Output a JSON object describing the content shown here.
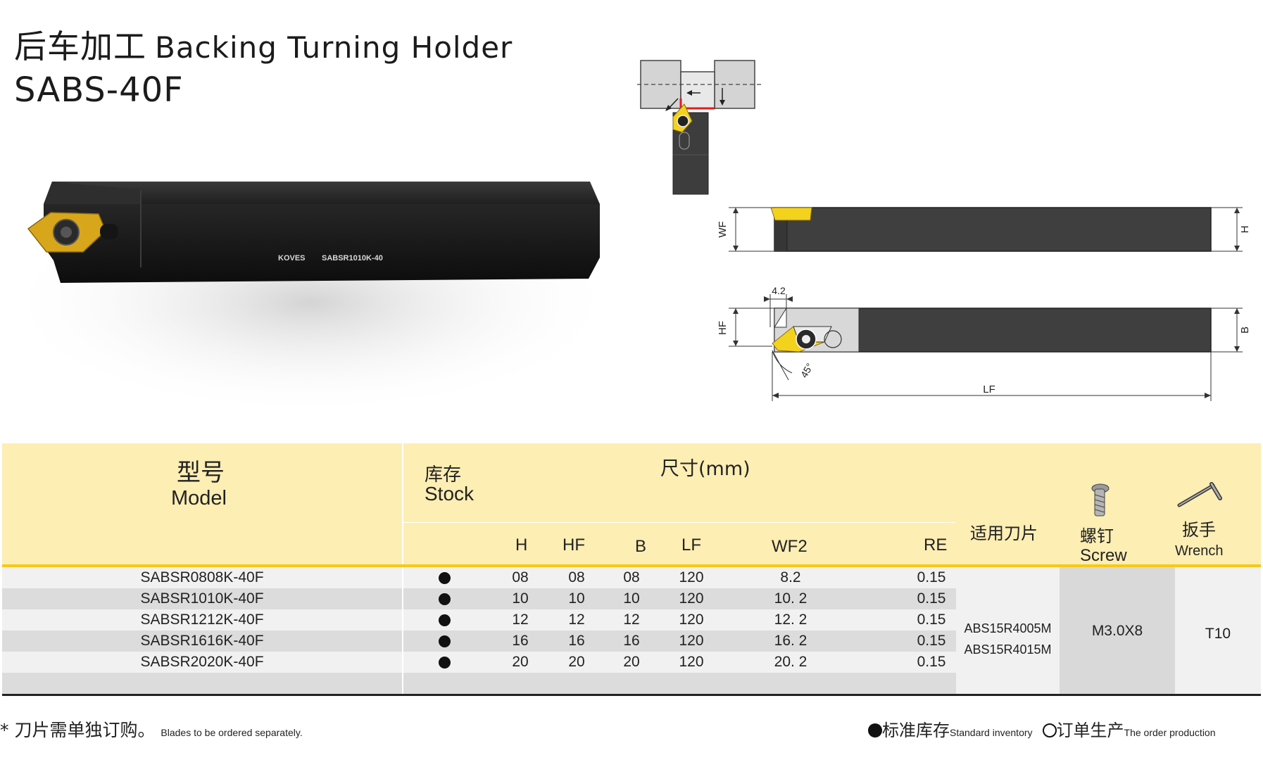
{
  "header": {
    "title_cn": "后车加工",
    "title_en": "Backing Turning Holder",
    "model": "SABS-40F"
  },
  "photo": {
    "brand": "KOVES",
    "engraving": "SABSR1010K-40"
  },
  "drawing": {
    "labels": {
      "wf": "WF",
      "h": "H",
      "hf": "HF",
      "b": "B",
      "lf": "LF",
      "dim_42": "4.2",
      "angle": "45°"
    }
  },
  "table": {
    "model_cn": "型号",
    "model_en": "Model",
    "stock_cn": "库存",
    "stock_en": "Stock",
    "dims_title": "尺寸(mm)",
    "col_h": "H",
    "col_hf": "HF",
    "col_b": "B",
    "col_lf": "LF",
    "col_wf": "WF2",
    "col_re": "RE",
    "blade_cn": "适用刀片",
    "screw_cn": "螺钉",
    "screw_en": "Screw",
    "wrench_cn": "扳手",
    "wrench_en": "Wrench",
    "rows": [
      {
        "model": "SABSR0808K-40F",
        "h": "08",
        "hf": "08",
        "b": "08",
        "lf": "120",
        "wf": "8.2",
        "re": "0.15"
      },
      {
        "model": "SABSR1010K-40F",
        "h": "10",
        "hf": "10",
        "b": "10",
        "lf": "120",
        "wf": "10. 2",
        "re": "0.15"
      },
      {
        "model": "SABSR1212K-40F",
        "h": "12",
        "hf": "12",
        "b": "12",
        "lf": "120",
        "wf": "12. 2",
        "re": "0.15"
      },
      {
        "model": "SABSR1616K-40F",
        "h": "16",
        "hf": "16",
        "b": "16",
        "lf": "120",
        "wf": "16. 2",
        "re": "0.15"
      },
      {
        "model": "SABSR2020K-40F",
        "h": "20",
        "hf": "20",
        "b": "20",
        "lf": "120",
        "wf": "20. 2",
        "re": "0.15"
      }
    ],
    "blade_1": "ABS15R4005M",
    "blade_2": "ABS15R4015M",
    "screw": "M3.0X8",
    "wrench": "T10"
  },
  "footer": {
    "note_cn": "* 刀片需单独订购。",
    "note_en": "Blades to be ordered separately.",
    "std_cn": "标准库存",
    "std_en": "Standard inventory",
    "order_cn": "订单生产",
    "order_en": "The order production"
  }
}
